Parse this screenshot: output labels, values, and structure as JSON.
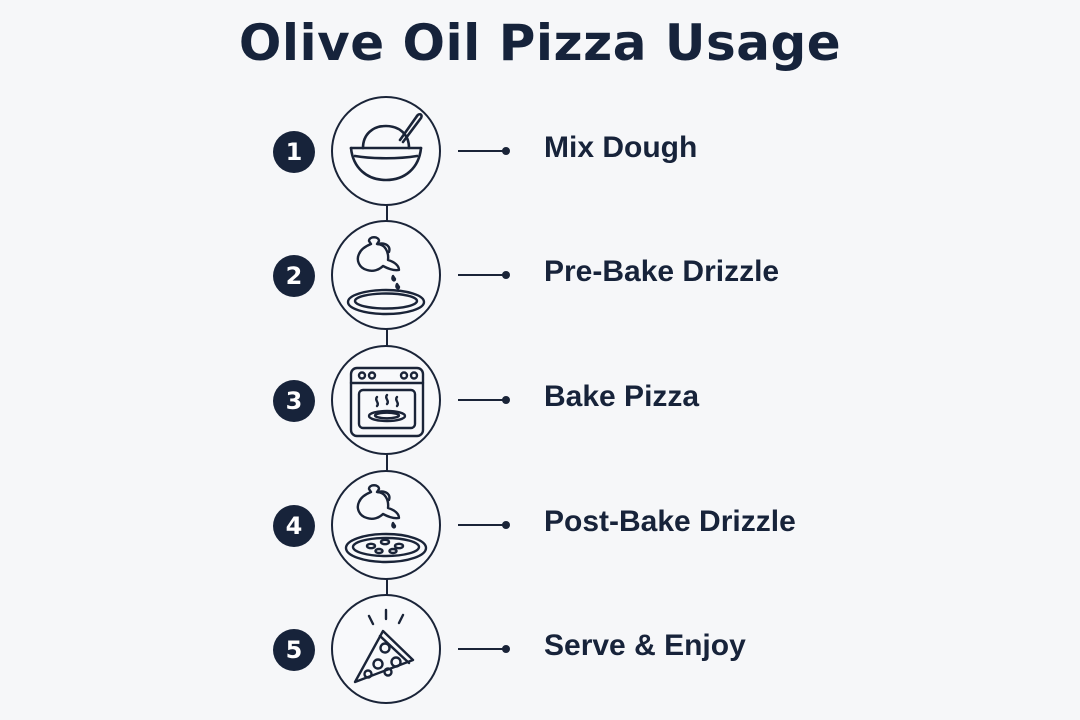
{
  "title": "Olive Oil Pizza Usage",
  "steps": [
    {
      "number": "1",
      "label": "Mix Dough",
      "icon": "mixing-bowl-icon"
    },
    {
      "number": "2",
      "label": "Pre-Bake Drizzle",
      "icon": "oil-drizzle-dough-icon"
    },
    {
      "number": "3",
      "label": "Bake Pizza",
      "icon": "oven-icon"
    },
    {
      "number": "4",
      "label": "Post-Bake Drizzle",
      "icon": "oil-drizzle-pizza-icon"
    },
    {
      "number": "5",
      "label": "Serve & Enjoy",
      "icon": "pizza-slice-icon"
    }
  ]
}
